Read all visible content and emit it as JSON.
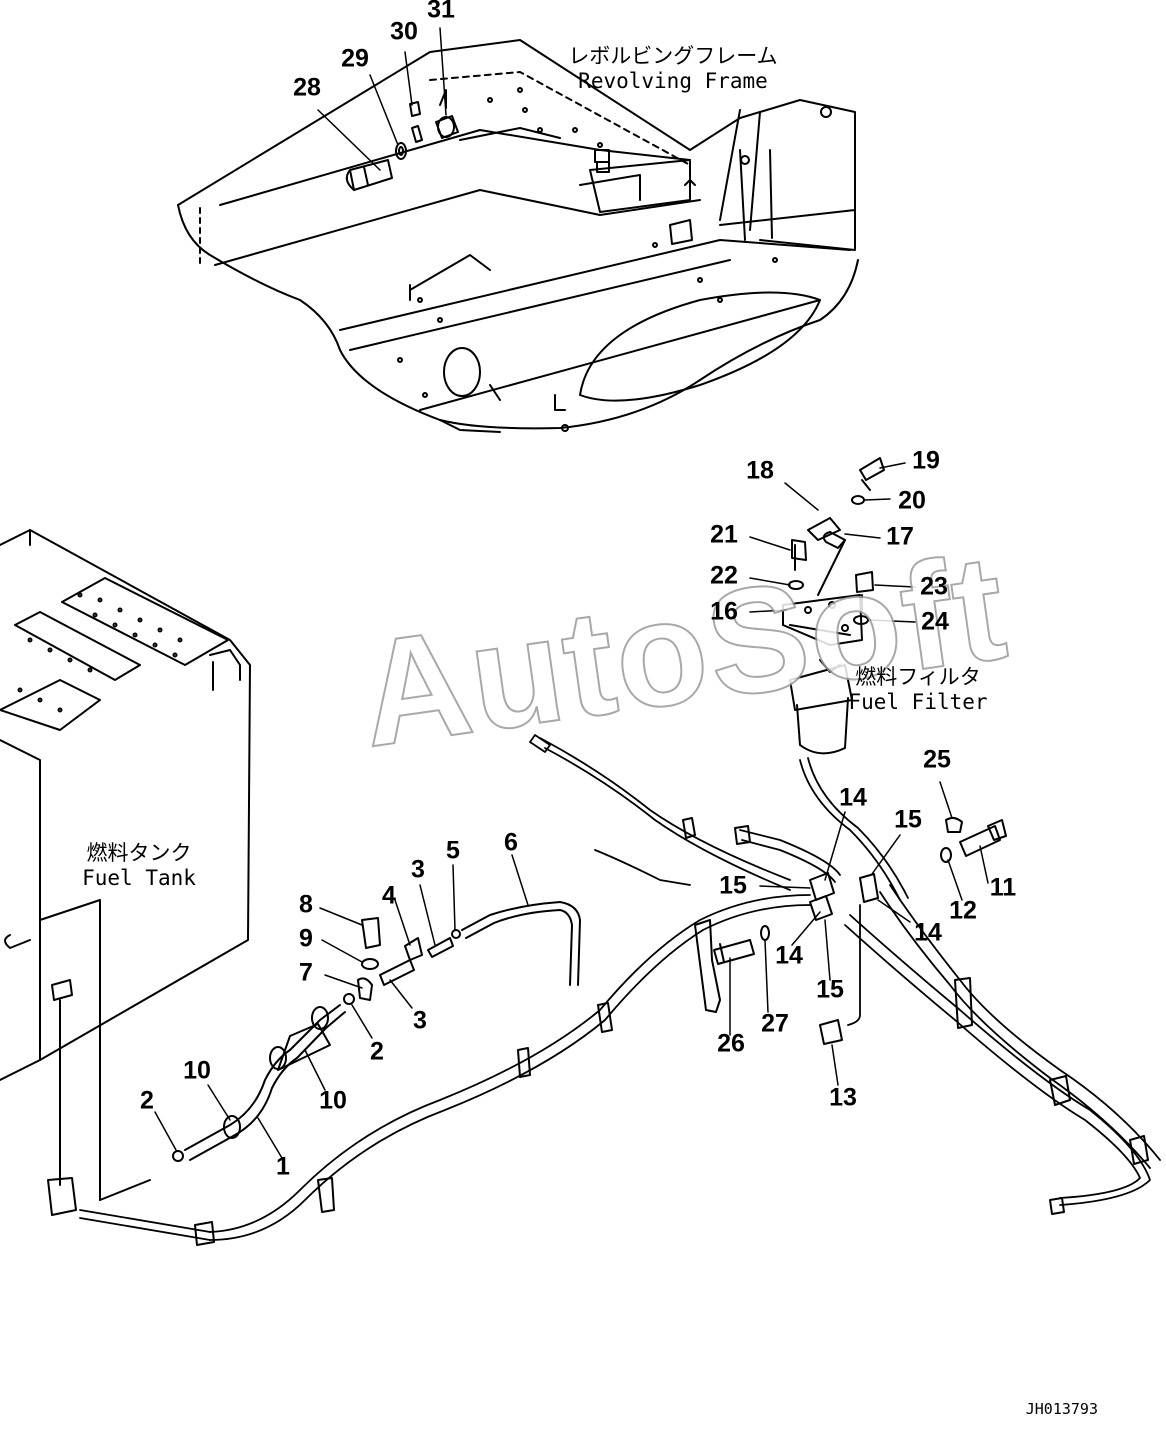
{
  "captions": {
    "revolving_frame_jp": "レボルビングフレーム",
    "revolving_frame_en": "Revolving Frame",
    "fuel_filter_jp": "燃料フィルタ",
    "fuel_filter_en": "Fuel Filter",
    "fuel_tank_jp": "燃料タンク",
    "fuel_tank_en": "Fuel Tank"
  },
  "watermark": "AutoSoft",
  "document_number": "JH013793",
  "callouts": [
    "1",
    "2",
    "2",
    "3",
    "3",
    "4",
    "5",
    "6",
    "7",
    "8",
    "9",
    "10",
    "10",
    "11",
    "12",
    "13",
    "14",
    "14",
    "14",
    "15",
    "15",
    "15",
    "16",
    "17",
    "18",
    "19",
    "20",
    "21",
    "22",
    "23",
    "24",
    "25",
    "26",
    "27",
    "28",
    "29",
    "30",
    "31"
  ]
}
